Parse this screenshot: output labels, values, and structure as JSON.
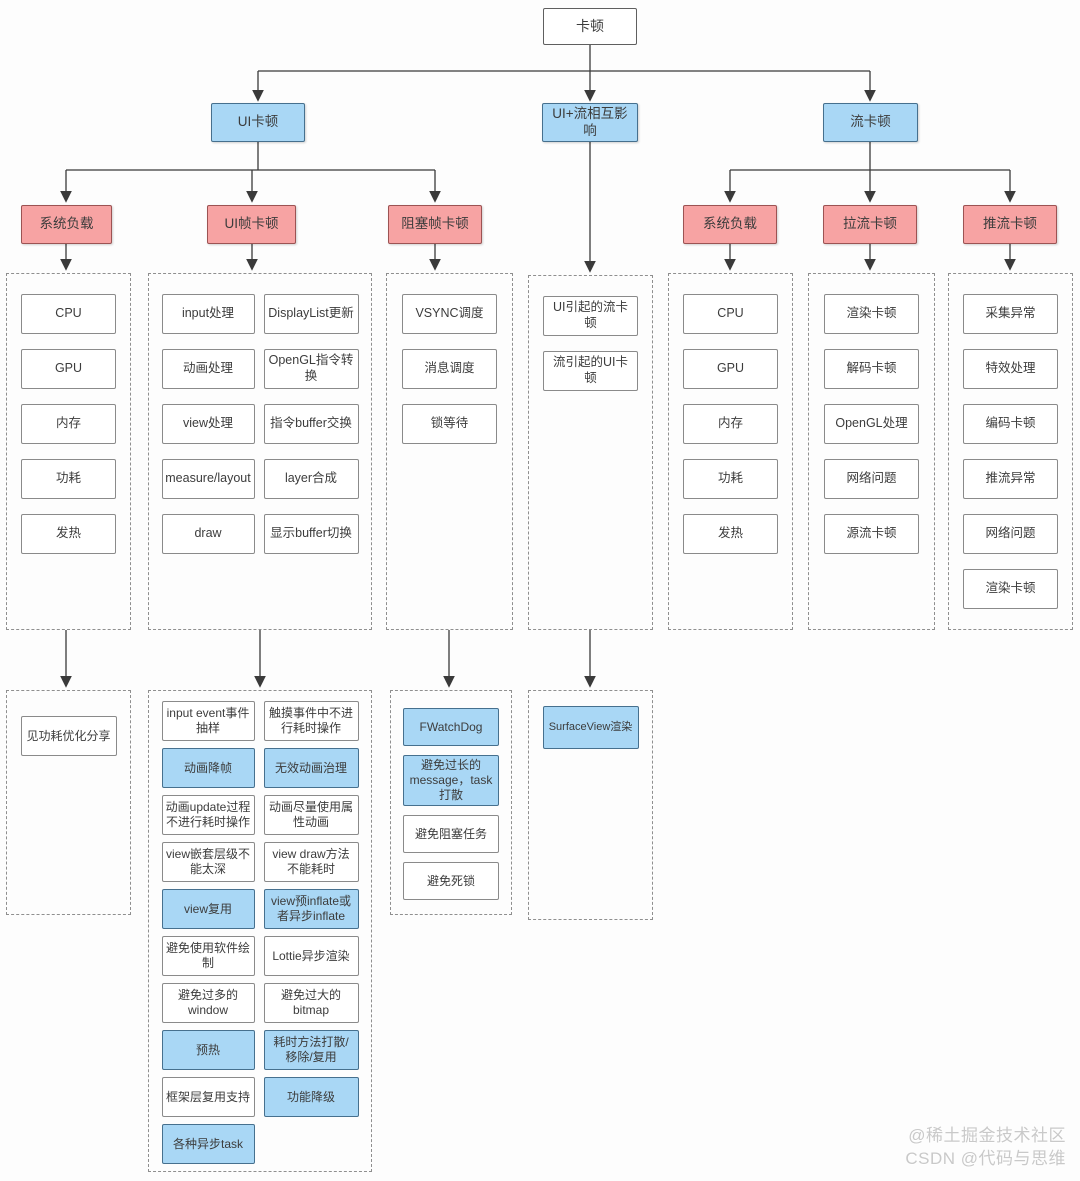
{
  "colors": {
    "blue_fill": "#a9d7f5",
    "blue_border": "#46708e",
    "pink_fill": "#f7a3a3",
    "pink_border": "#9c5353",
    "box_border": "#8a8a8a",
    "line": "#3a3a3a"
  },
  "root_label": "卡顿",
  "level2": [
    "UI卡顿",
    "UI+流相互影响",
    "流卡顿"
  ],
  "level3": [
    "系统负载",
    "UI帧卡顿",
    "阻塞帧卡顿",
    "系统负载",
    "拉流卡顿",
    "推流卡顿"
  ],
  "row1": {
    "system_load_left": [
      "CPU",
      "GPU",
      "内存",
      "功耗",
      "发热"
    ],
    "ui_frame": [
      "input处理",
      "DisplayList更新",
      "动画处理",
      "OpenGL指令转换",
      "view处理",
      "指令buffer交换",
      "measure/layout",
      "layer合成",
      "draw",
      "显示buffer切换"
    ],
    "blocked_frame": [
      "VSYNC调度",
      "消息调度",
      "锁等待"
    ],
    "ui_stream_interplay": [
      "UI引起的流卡顿",
      "流引起的UI卡顿"
    ],
    "system_load_right": [
      "CPU",
      "GPU",
      "内存",
      "功耗",
      "发热"
    ],
    "pull_stream": [
      "渲染卡顿",
      "解码卡顿",
      "OpenGL处理",
      "网络问题",
      "源流卡顿"
    ],
    "push_stream": [
      "采集异常",
      "特效处理",
      "编码卡顿",
      "推流异常",
      "网络问题",
      "渲染卡顿"
    ]
  },
  "row2": {
    "power_note": [
      "见功耗优化分享"
    ],
    "ui_frame_solutions": [
      {
        "label": "input event事件抽样",
        "type": "white"
      },
      {
        "label": "触摸事件中不进行耗时操作",
        "type": "white"
      },
      {
        "label": "动画降帧",
        "type": "blue"
      },
      {
        "label": "无效动画治理",
        "type": "blue"
      },
      {
        "label": "动画update过程不进行耗时操作",
        "type": "white"
      },
      {
        "label": "动画尽量使用属性动画",
        "type": "white"
      },
      {
        "label": "view嵌套层级不能太深",
        "type": "white"
      },
      {
        "label": "view draw方法不能耗时",
        "type": "white"
      },
      {
        "label": "view复用",
        "type": "blue"
      },
      {
        "label": "view预inflate或者异步inflate",
        "type": "blue"
      },
      {
        "label": "避免使用软件绘制",
        "type": "white"
      },
      {
        "label": "Lottie异步渲染",
        "type": "white"
      },
      {
        "label": "避免过多的window",
        "type": "white"
      },
      {
        "label": "避免过大的bitmap",
        "type": "white"
      },
      {
        "label": "预热",
        "type": "blue"
      },
      {
        "label": "耗时方法打散/移除/复用",
        "type": "blue"
      },
      {
        "label": "框架层复用支持",
        "type": "white"
      },
      {
        "label": "功能降级",
        "type": "blue"
      },
      {
        "label": "各种异步task",
        "type": "blue"
      }
    ],
    "blocked_solutions": [
      {
        "label": "FWatchDog",
        "type": "blue"
      },
      {
        "label": "避免过长的message，task打散",
        "type": "blue"
      },
      {
        "label": "避免阻塞任务",
        "type": "white"
      },
      {
        "label": "避免死锁",
        "type": "white"
      }
    ],
    "interplay_solutions": [
      {
        "label": "SurfaceView渲染",
        "type": "blue"
      }
    ]
  },
  "watermark": {
    "line1": "@稀土掘金技术社区",
    "line2": "CSDN @代码与思维"
  }
}
